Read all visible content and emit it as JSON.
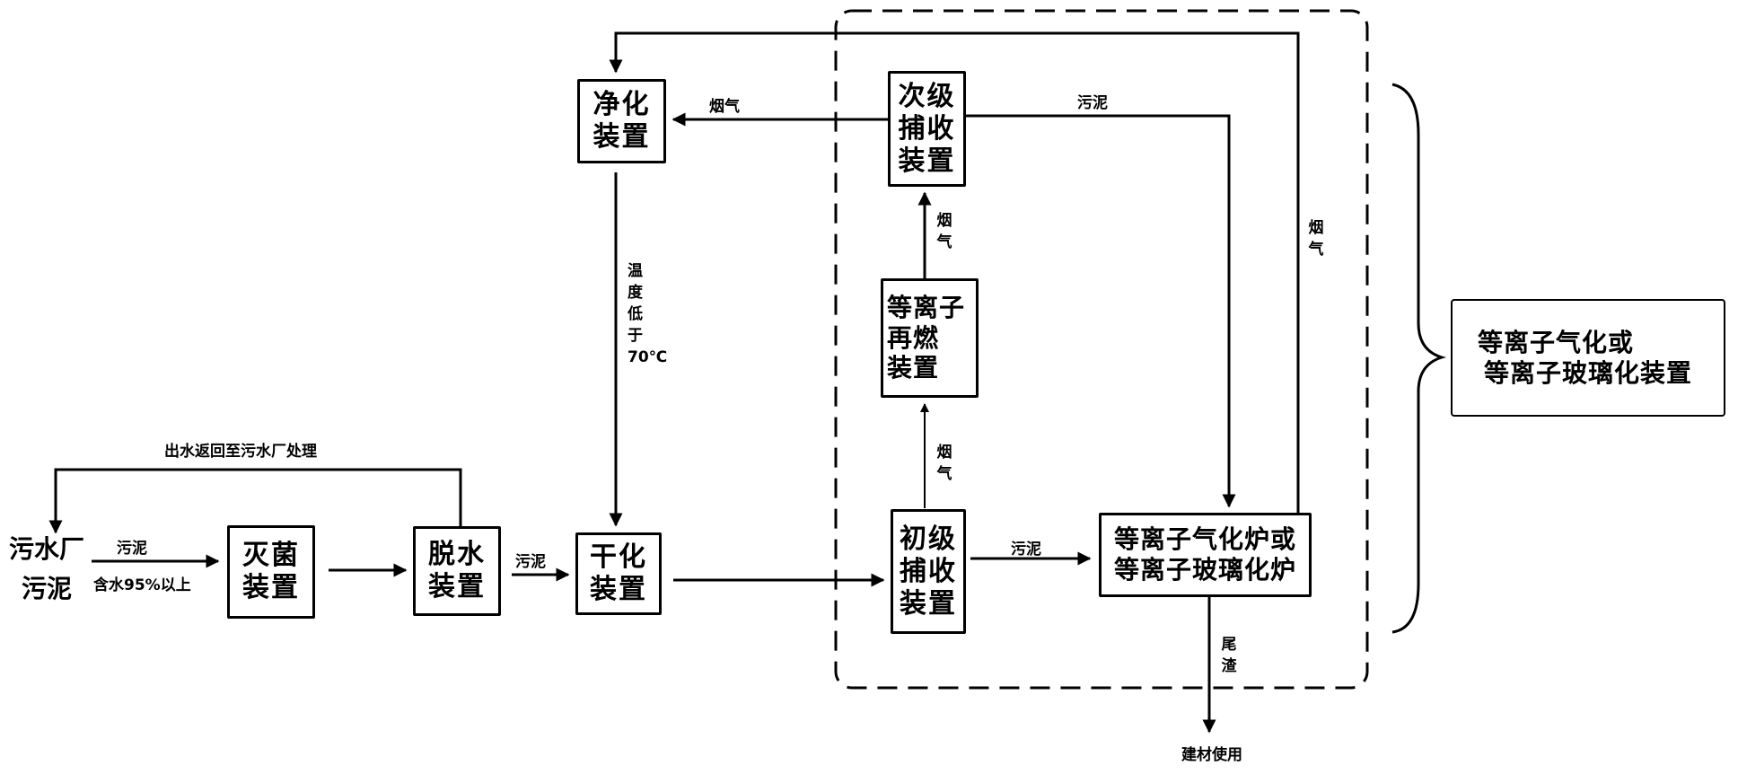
{
  "diagram": {
    "type": "process-flowchart",
    "source": {
      "line1": "污水厂",
      "line2": "污泥"
    },
    "nodes": {
      "sterilize": {
        "line1": "灭菌",
        "line2": "装置"
      },
      "dewater": {
        "line1": "脱水",
        "line2": "装置"
      },
      "dry": {
        "line1": "干化",
        "line2": "装置"
      },
      "purify": {
        "line1": "净化",
        "line2": "装置"
      },
      "secondary": {
        "line1": "次级",
        "line2": "捕收",
        "line3": "装置"
      },
      "reburn": {
        "line1": "等离子",
        "line2": "再燃",
        "line3": "装置"
      },
      "primary": {
        "line1": "初级",
        "line2": "捕收",
        "line3": "装置"
      },
      "furnace": {
        "line1": "等离子气化炉或",
        "line2": "等离子玻璃化炉"
      }
    },
    "group_label": {
      "line1": "等离子气化或",
      "line2": "等离子玻璃化装置"
    },
    "edge_labels": {
      "source_to_sterilize_top": "污泥",
      "source_to_sterilize_bottom": "含水95%以上",
      "water_return": "出水返回至污水厂处理",
      "dewater_to_dry": "污泥",
      "purify_to_dry": [
        "温",
        "度",
        "低",
        "于",
        "70℃"
      ],
      "secondary_to_purify": "烟气",
      "secondary_to_furnace": "污泥",
      "reburn_to_secondary": [
        "烟",
        "气"
      ],
      "primary_to_reburn": [
        "烟",
        "气"
      ],
      "primary_to_furnace": "污泥",
      "furnace_to_purify": [
        "烟",
        "气"
      ],
      "furnace_slag": [
        "尾",
        "渣"
      ],
      "slag_output": "建材使用"
    },
    "colors": {
      "stroke": "#000000",
      "background": "#ffffff"
    }
  }
}
